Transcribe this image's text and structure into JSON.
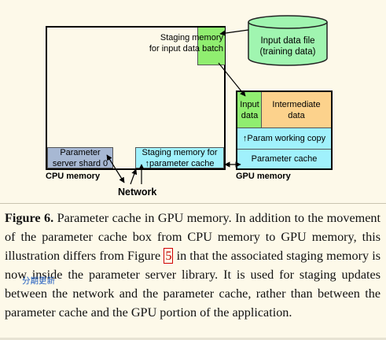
{
  "diagram": {
    "cpu_memory": {
      "label": "CPU memory",
      "staging_memory_batch": "Staging memory\nfor input data batch",
      "parameter_server_shard": "Parameter\nserver shard 0",
      "staging_memory_param_cache": "Staging memory for\n↑parameter cache"
    },
    "network_label": "Network",
    "input_data_file": "Input data file\n(training data)",
    "gpu_memory": {
      "label": "GPU memory",
      "input_data": "Input\ndata",
      "intermediate_data": "Intermediate\ndata",
      "param_working_copy": "↑Param working copy",
      "parameter_cache": "Parameter cache"
    },
    "colors": {
      "green": "#90ee70",
      "orange": "#fcd28c",
      "cyan": "#a0f1fc",
      "steel": "#a7b8d3",
      "cylinder": "#a0f5b0"
    }
  },
  "caption": {
    "figure_label": "Figure 6.",
    "text_1": " Parameter cache in GPU memory. In addition to the movement of the parameter cache box from CPU memory to GPU memory, this illustration differs from Figure ",
    "figure_ref": "5",
    "text_2": " in that the associated staging memory is now inside the parameter server library. It is used for staging updates between the network and the parameter cache, rather than between the parameter cache and the GPU portion of the application."
  },
  "overlay_text": "分期更新"
}
